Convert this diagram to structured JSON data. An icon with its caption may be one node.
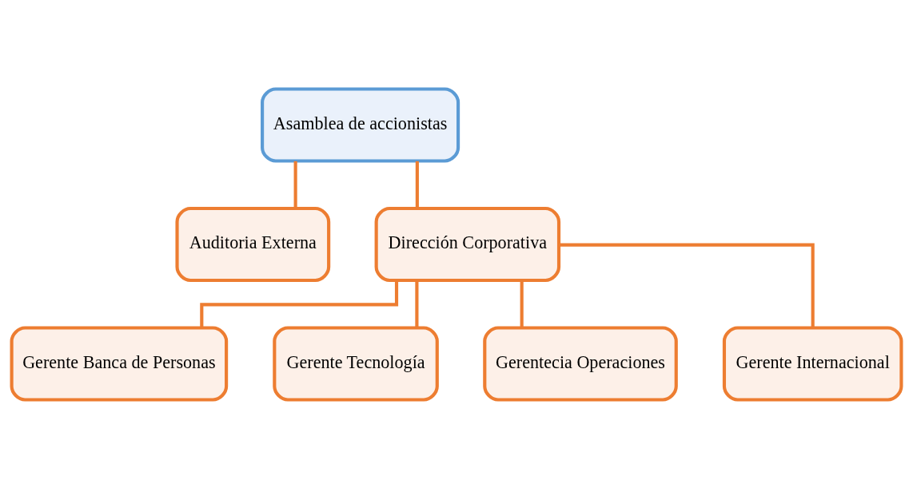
{
  "diagram": {
    "nodes": [
      {
        "text": [
          "Asamblea de accionistas"
        ]
      },
      {
        "text": [
          "Auditoria Externa"
        ]
      },
      {
        "text": [
          "Dirección Corporativa"
        ]
      },
      {
        "text": [
          "Gerente Banca de Personas"
        ]
      },
      {
        "text": [
          "Gerente Tecnología"
        ]
      },
      {
        "text": [
          "Gerentecia Operaciones"
        ]
      },
      {
        "text": [
          "Gerente Internacional"
        ]
      }
    ],
    "edges": [
      {
        "from": 0,
        "to": 1,
        "arrow": "none"
      },
      {
        "from": 0,
        "to": 2,
        "arrow": "none"
      },
      {
        "from": 2,
        "to": 3,
        "arrow": "none"
      },
      {
        "from": 2,
        "to": 4,
        "arrow": "none"
      },
      {
        "from": 2,
        "to": 5,
        "arrow": "none"
      },
      {
        "from": 2,
        "to": 6,
        "arrow": "none"
      }
    ]
  }
}
